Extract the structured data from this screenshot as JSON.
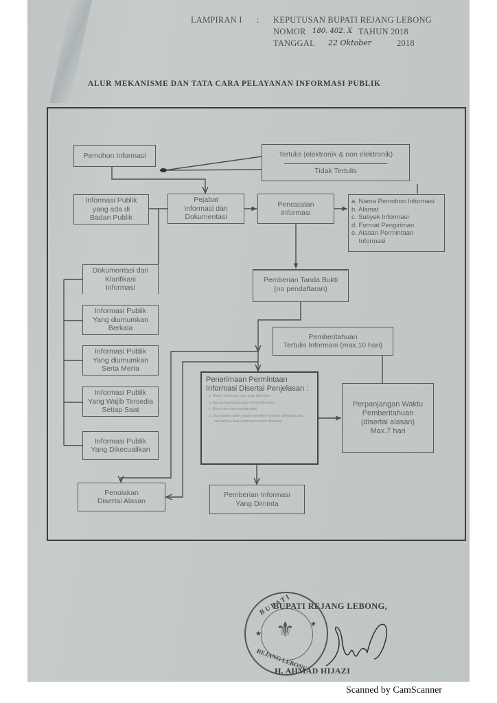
{
  "header": {
    "lampiran_label": "LAMPIRAN I",
    "separator": ":",
    "keputusan": "KEPUTUSAN BUPATI REJANG LEBONG",
    "nomor_label": "NOMOR",
    "nomor_handwritten": "180. 402. X",
    "tahun": "TAHUN 2018",
    "tanggal_label": "TANGGAL",
    "tanggal_handwritten": "22 Oktober",
    "tanggal_year": "2018"
  },
  "title": "ALUR MEKANISME DAN TATA CARA PELAYANAN INFORMASI PUBLIK",
  "flowchart": {
    "pemohon": "Pemohon Informasi",
    "tertulis": "Tertulis (elektronik & non elektronik)",
    "tidak_tertulis": "Tidak Tertulis",
    "informasi_publik_ada": "Informasi Publik\nyang ada di\nBadan Publik",
    "pejabat": "Pejabat\nInformasi dan\nDokumentasi",
    "pencatatan": "Pencatatan\nInformasi",
    "pencatatan_items": [
      "a. Nama Pemohon Informasi",
      "b. Alamat",
      "c. Subyek Informasi",
      "d. Format Pengiriman",
      "e. Alasan Permintaan",
      "    Informasi"
    ],
    "dokumentasi": "Dokumentasi dan\nKlarifikasi\nInformasi",
    "berkala": "Informasi Publik\nYang diumumkan\nBerkala",
    "serta_merta": "Informasi Publik\nYang diumumkan\nSerta Merta",
    "wajib_tersedia": "Informasi Publik\nYang Wajib Tersedia\nSetiap Saat",
    "dikecualikan": "Informasi Publik\nYang Dikecualikan",
    "tanda_bukti": "Pemberian Tanda Bukti\n(no pendaftaran)",
    "pemberitahuan": "Pemberitahuan\nTertulis Informasi (max.10 hari)",
    "penerimaan_title": "Penerimaan Permintaan\nInformasi Disertai Penjelasan :",
    "penerimaan_items": [
      "a.  Materi informasi yang ingin diberikan",
      "b.  Alat penyampaian dan format informasi",
      "c.  Biaya dan cara pembayaran",
      "d.  Jika badan publik sudah memiliki informasi sebagian atau seluruhnya maka informasi dapat diberikan"
    ],
    "perpanjangan": "Perpanjangan Waktu\nPemberitahuan\n(disertai alasan)\nMax.7 hari",
    "penolakan": "Penolakan\nDisertai Alasan",
    "pemberian_informasi": "Pemberian Informasi\nYang Diminta"
  },
  "signature": {
    "title": "BUPATI REJANG LEBONG,",
    "name": "H. AHMAD HIJAZI",
    "stamp_top": "B U P A T I",
    "stamp_bottom": "REJANG LEBONG"
  },
  "footer": "Scanned by CamScanner"
}
